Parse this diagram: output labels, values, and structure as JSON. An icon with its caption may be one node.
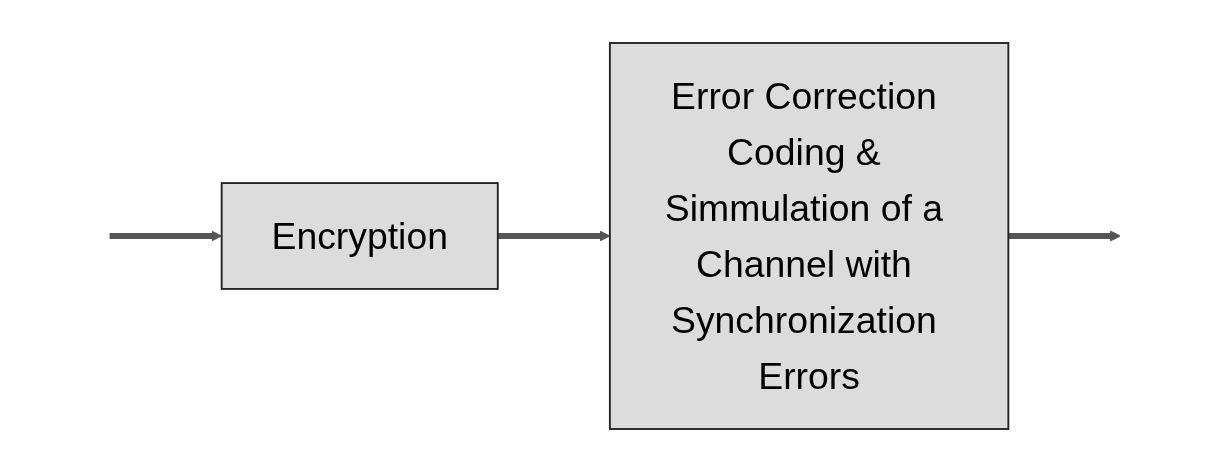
{
  "diagram": {
    "nodes": [
      {
        "text": [
          "Encryption"
        ]
      },
      {
        "text": [
          "Error Correction Coding & Simmulation of a Channel with Synchronization Errors"
        ]
      }
    ],
    "edges": [
      {
        "from": null,
        "to": 0,
        "arrow": "to"
      },
      {
        "from": 0,
        "to": 1,
        "arrow": "to"
      },
      {
        "from": 1,
        "to": null,
        "arrow": "to"
      }
    ]
  }
}
